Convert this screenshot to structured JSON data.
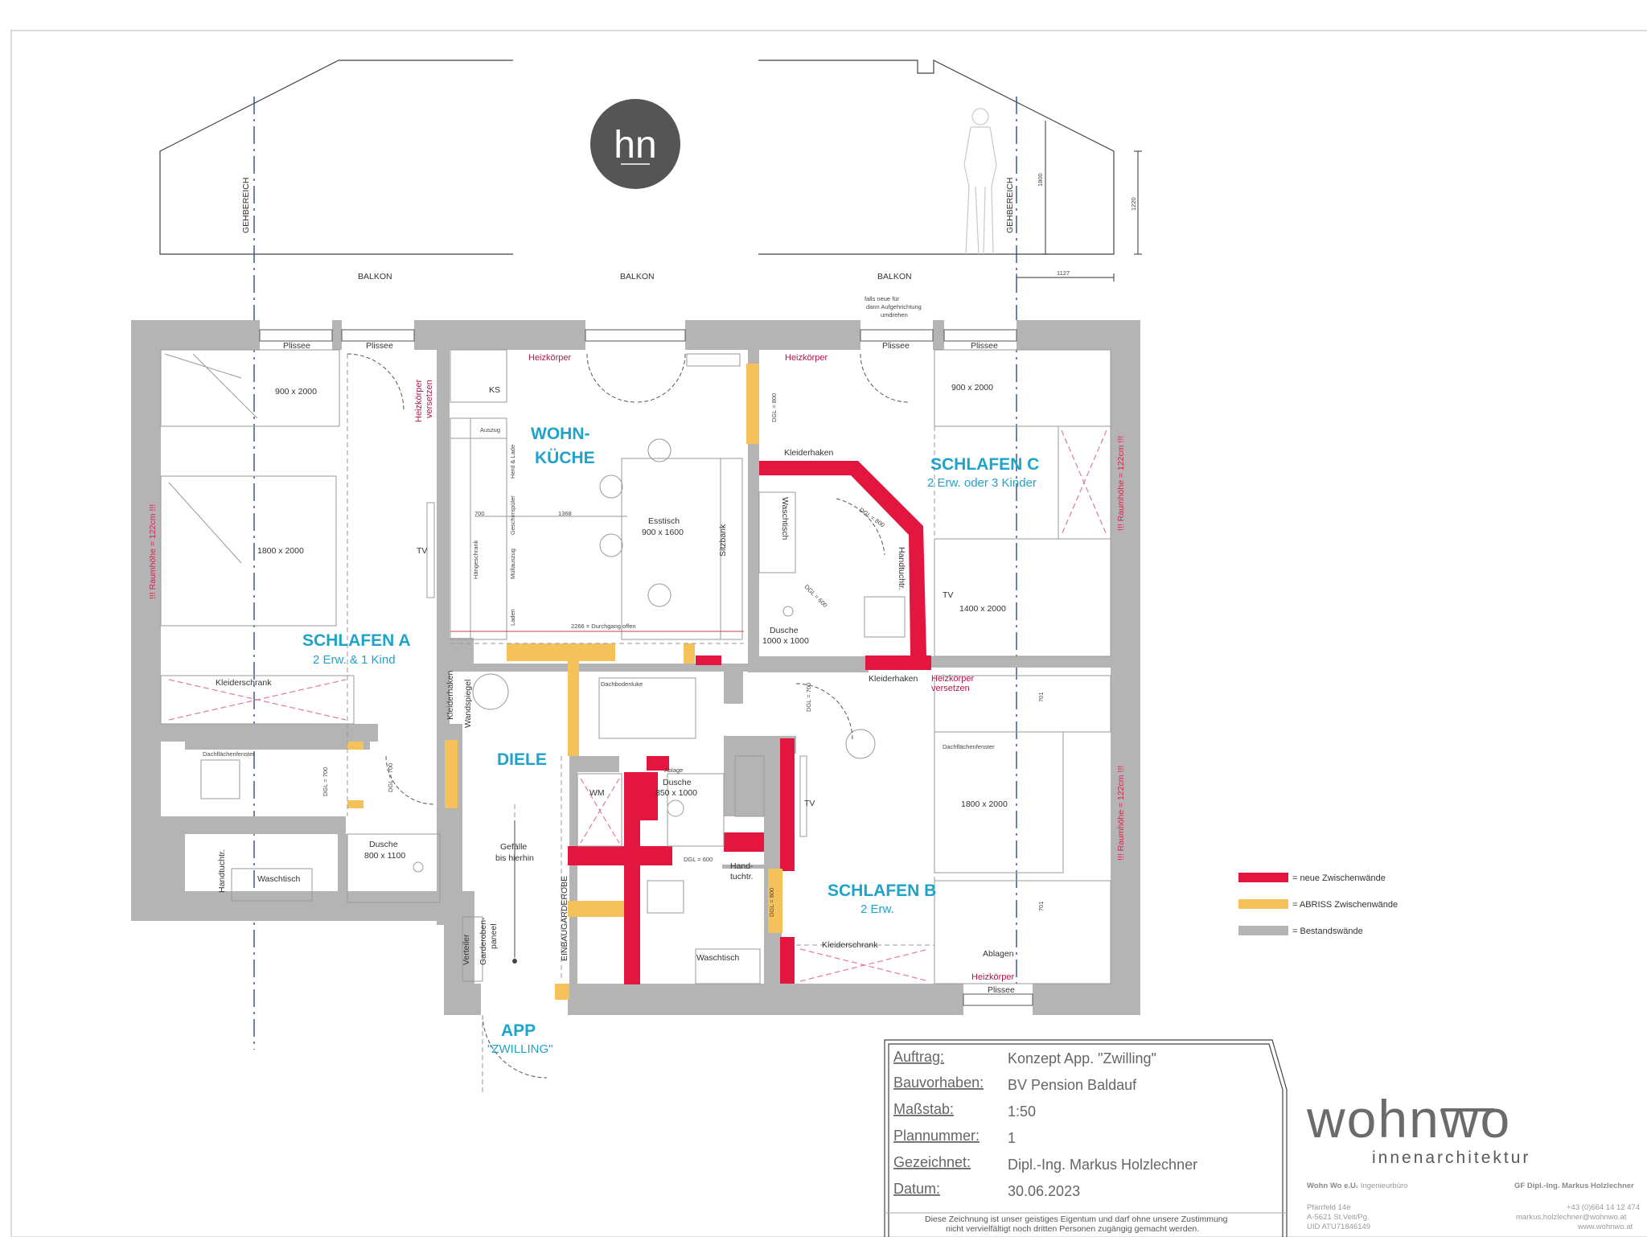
{
  "plan": {
    "logo_monogram": "hn",
    "section": {
      "gehbereich_left": "GEHBEREICH",
      "gehbereich_right": "GEHBEREICH",
      "balkon_1": "BALKON",
      "balkon_2": "BALKON",
      "balkon_3": "BALKON",
      "dim_1800": "1800",
      "dim_1220": "1220",
      "dim_1127": "1127",
      "note_aufgehrichtung": [
        "falls neue für",
        "dann Aufgehrichtung",
        "umdrehen"
      ]
    },
    "rooms": {
      "schlafen_a": {
        "title": "SCHLAFEN A",
        "sub": "2 Erw. & 1 Kind"
      },
      "wohnkueche": {
        "title_1": "WOHN-",
        "title_2": "KÜCHE"
      },
      "schlafen_c": {
        "title": "SCHLAFEN C",
        "sub": "2 Erw. oder 3 Kinder"
      },
      "diele": {
        "title": "DIELE"
      },
      "schlafen_b": {
        "title": "SCHLAFEN B",
        "sub": "2 Erw."
      },
      "app": {
        "title": "APP",
        "sub": "\"ZWILLING\""
      }
    },
    "labels": {
      "plissee": "Plissee",
      "heizkoerper": "Heizkörper",
      "heizkoerper_versetzen_1": "Heizkörper",
      "heizkoerper_versetzen_2": "versetzen",
      "bed_900_a": "900 x 2000",
      "bed_1800_a": "1800 x 2000",
      "bed_900_c": "900 x 2000",
      "bed_1400_c": "1400 x 2000",
      "bed_1800_b": "1800 x 2000",
      "tv": "TV",
      "raumhoehe": "!!! Raumhöhe = 122cm !!!",
      "kleiderschrank": "Kleiderschrank",
      "kleiderhaken": "Kleiderhaken",
      "ks": "KS",
      "auszug": "Auszug",
      "herd_lade": "Herd & Lade",
      "geschirrspueler": "Geschirrspüler",
      "haengeschrank": "Hängeschrank",
      "muellauszug": "Müllauszug",
      "laden": "Laden",
      "dim_700": "700",
      "dim_1368": "1368",
      "esstisch": "Esstisch",
      "esstisch_size": "900 x 1600",
      "sitzbank": "Sitzbank",
      "durchgang": "2266 = Durchgang offen",
      "waschtisch": "Waschtisch",
      "handtuchtr": "Handtuchtr.",
      "hand": "Hand-",
      "tuchtr": "tuchtr.",
      "dusche": "Dusche",
      "dusche_1000": "1000 x 1000",
      "dusche_800": "800 x 1100",
      "dusche_850": "850 x 1000",
      "dgl_800": "DGL = 800",
      "dgl_600": "DGL = 600",
      "dgl_700": "DGL = 700",
      "dachbodenluke": "Dachbodenluke",
      "wandspiegel": "Wandspiegel",
      "dachflaechenfenster": "Dachflächenfenster",
      "wm": "WM",
      "ablage": "Ablage",
      "gefaelle_1": "Gefälle",
      "gefaelle_2": "bis hierhin",
      "einbaugarderobe": "EINBAUGARDEROBE",
      "verteiler": "Verteiler",
      "garderoben_1": "Garderoben-",
      "garderoben_2": "paneel",
      "ablagen": "Ablagen",
      "dim_701": "701"
    },
    "legend": {
      "new": "= neue Zwischenwände",
      "abriss": "= ABRISS Zwischenwände",
      "bestand": "= Bestandswände",
      "colors": {
        "new": "#e3163f",
        "abriss": "#f5c15a",
        "bestand": "#b4b4b4"
      }
    },
    "title_block": {
      "auftrag_label": "Auftrag:",
      "auftrag": "Konzept App. \"Zwilling\"",
      "bauvorhaben_label": "Bauvorhaben:",
      "bauvorhaben": "BV Pension Baldauf",
      "massstab_label": "Maßstab:",
      "massstab": "1:50",
      "plannummer_label": "Plannummer:",
      "plannummer": "1",
      "gezeichnet_label": "Gezeichnet:",
      "gezeichnet": "Dipl.-Ing. Markus Holzlechner",
      "datum_label": "Datum:",
      "datum": "30.06.2023",
      "disclaimer_1": "Diese Zeichnung ist unser geistiges Eigentum und darf ohne unsere Zustimmung",
      "disclaimer_2": "nicht vervielfältigt noch dritten Personen zugängig gemacht werden."
    },
    "company": {
      "logo_word": "wohnwo",
      "logo_sub": "innenarchitektur",
      "name": "Wohn Wo e.U.",
      "type": " - Ingenieurbüro",
      "gf": "GF Dipl.-Ing. Markus Holzlechner",
      "address_1": "Pfarrfeld 14e",
      "address_2": "A-5621 St.Veit/Pg.",
      "uid": "UID ATU71846149",
      "phone": "+43 (0)664 14 12 474",
      "email": "markus.holzlechner@wohnwo.at",
      "web": "www.wohnwo.at"
    }
  }
}
